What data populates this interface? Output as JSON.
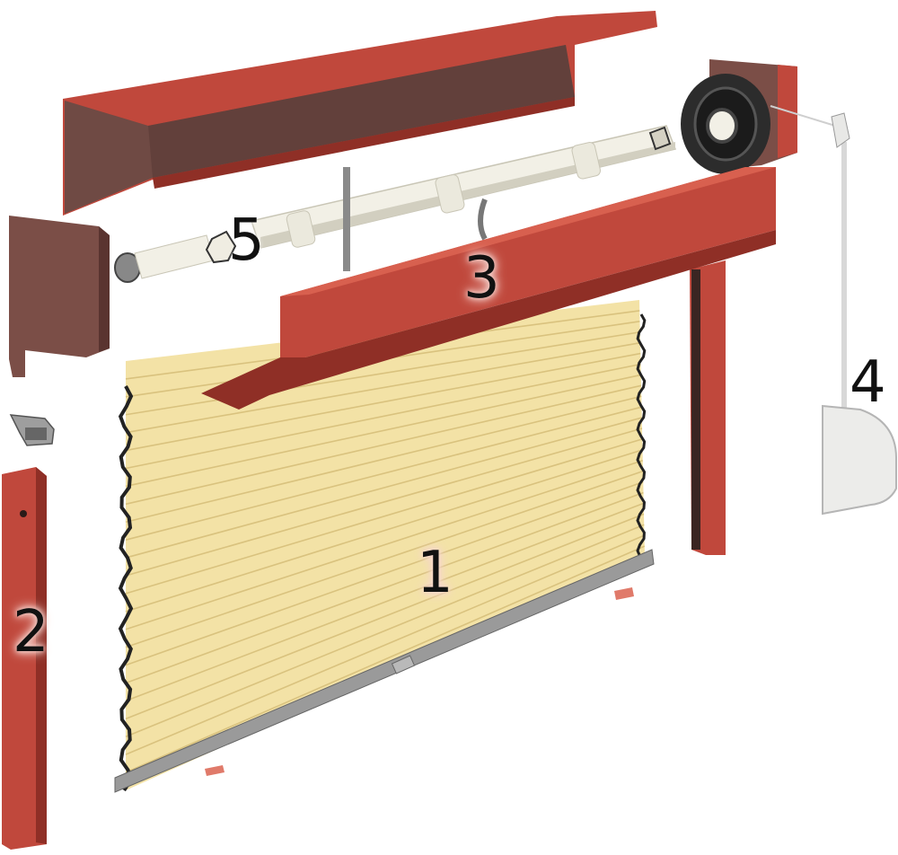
{
  "diagram": {
    "labels": {
      "curtain": "1",
      "guide_rail": "2",
      "box_front_cover": "3",
      "strap_winder": "4",
      "axle_endcap": "5"
    },
    "colors": {
      "red": "#c0483c",
      "red_dark": "#8f2f26",
      "red_shadow": "#6f4a44",
      "slat": "#f3e2a6",
      "slat_line": "#d9c27e",
      "slat_dark": "#222222",
      "pipe": "#f2f0e6",
      "pipe_shadow": "#d2cfc0",
      "metal": "#9a9a9a",
      "winder": "#ececea"
    },
    "icons": [
      "pulley-icon",
      "strap-winder-icon",
      "end-clip-icon"
    ]
  }
}
